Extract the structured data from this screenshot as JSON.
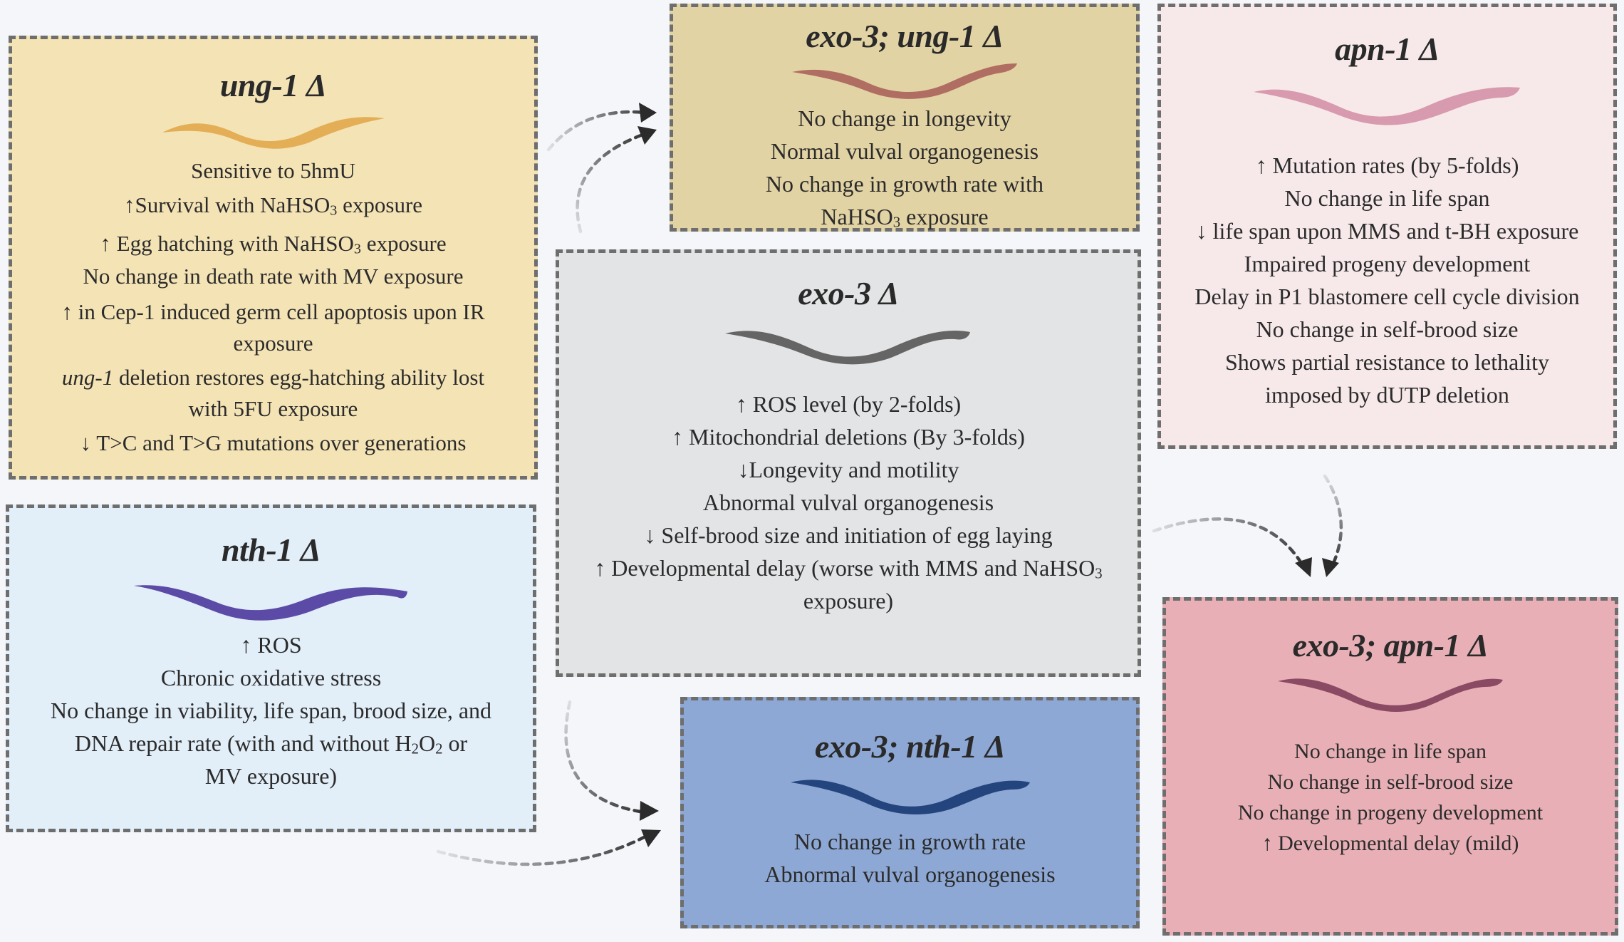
{
  "colors": {
    "ung1_bg": "#f4e3b5",
    "ung1_worm": "#e3ae55",
    "nth1_bg": "#e2eef8",
    "nth1_worm": "#5b4ba6",
    "exo3ung1_bg": "#e2d3a4",
    "exo3ung1_worm": "#b06d62",
    "exo3_bg": "#e3e4e6",
    "exo3_worm": "#656565",
    "exo3nth1_bg": "#8ea8d5",
    "exo3nth1_worm": "#23447d",
    "apn1_bg": "#f7e9ea",
    "apn1_worm": "#d89aae",
    "exo3apn1_bg": "#e8b0b6",
    "exo3apn1_worm": "#8a4a63",
    "border": "#6e6e6e",
    "arrow": "#2b2b2b"
  },
  "boxes": {
    "ung1": {
      "title": "ung-1 Δ",
      "lines": {
        "l1": "Sensitive to 5hmU",
        "l2_a": "↑Survival with NaHSO",
        "l2_sub": "3",
        "l2_b": " exposure",
        "l3_a": "↑ Egg hatching with NaHSO",
        "l3_sub": "3",
        "l3_b": " exposure",
        "l4": "No change in death rate with MV exposure",
        "l5": "↑ in Cep-1 induced germ cell apoptosis upon IR",
        "l6": "exposure",
        "l7_gene": "ung-1",
        "l7_rest": " deletion restores egg-hatching ability lost",
        "l8": "with 5FU exposure",
        "l9": "↓ T>C and T>G mutations over generations"
      }
    },
    "nth1": {
      "title": "nth-1 Δ",
      "lines": {
        "l1": "↑ ROS",
        "l2": "Chronic oxidative stress",
        "l3": "No change in viability,  life span, brood size, and",
        "l4_a": "DNA repair rate  (with and without H",
        "l4_sub1": "2",
        "l4_b": "O",
        "l4_sub2": "2",
        "l4_c": " or",
        "l5": "MV exposure)"
      }
    },
    "exo3ung1": {
      "title": "exo-3;  ung-1 Δ",
      "lines": {
        "l1": "No change in longevity",
        "l2": "Normal vulval organogenesis",
        "l3": "No change in growth rate with",
        "l4_a": "NaHSO",
        "l4_sub": "3",
        "l4_b": " exposure"
      }
    },
    "exo3": {
      "title": "exo-3 Δ",
      "lines": {
        "l1": "↑ ROS level (by 2-folds)",
        "l2": "↑  Mitochondrial deletions (By 3-folds)",
        "l3": "↓Longevity and motility",
        "l4": "Abnormal vulval organogenesis",
        "l5": "↓ Self-brood size  and initiation of egg laying",
        "l6_a": "↑ Developmental delay (worse with MMS and NaHSO",
        "l6_sub": "3",
        "l7": "exposure)"
      }
    },
    "exo3nth1": {
      "title": "exo-3;  nth-1 Δ",
      "lines": {
        "l1": "No change in growth rate",
        "l2": "Abnormal vulval organogenesis"
      }
    },
    "apn1": {
      "title": "apn-1 Δ",
      "lines": {
        "l1": "↑ Mutation rates (by 5-folds)",
        "l2": "No change in life span",
        "l3": "↓ life span upon MMS and t-BH exposure",
        "l4": "Impaired progeny development",
        "l5": "Delay in P1 blastomere cell cycle division",
        "l6": "No change in self-brood size",
        "l7": "Shows partial resistance to lethality",
        "l8": "imposed by dUTP deletion"
      }
    },
    "exo3apn1": {
      "title": "exo-3;  apn-1 Δ",
      "lines": {
        "l1": "No change in life span",
        "l2": "No change in self-brood size",
        "l3": "No change in progeny development",
        "l4": "↑ Developmental delay (mild)"
      }
    }
  }
}
